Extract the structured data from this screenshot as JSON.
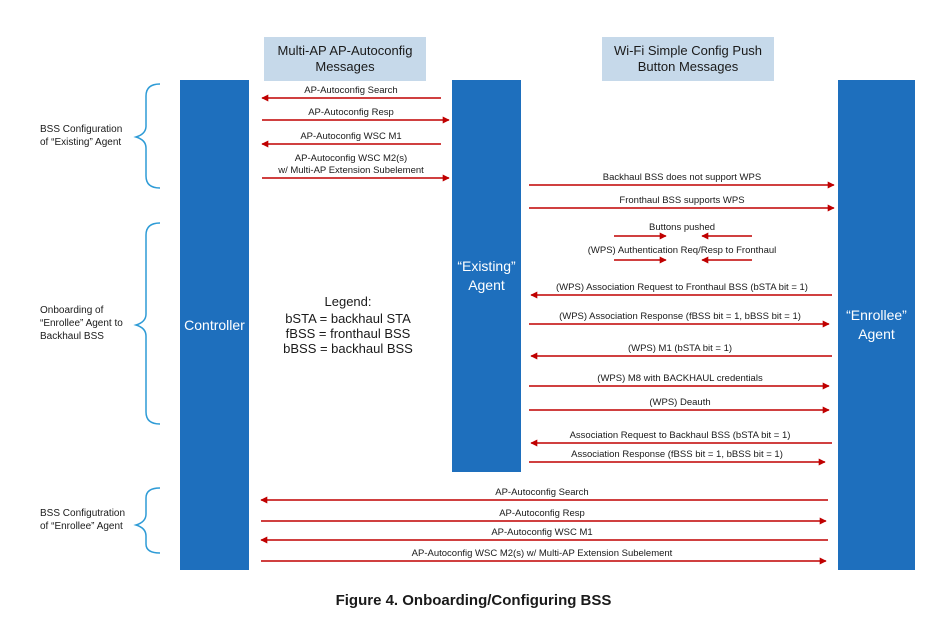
{
  "headers": {
    "left_line1": "Multi-AP AP-Autoconfig",
    "left_line2": "Messages",
    "right_line1": "Wi-Fi Simple Config Push",
    "right_line2": "Button Messages"
  },
  "entities": {
    "controller": "Controller",
    "existing_line1": "“Existing”",
    "existing_line2": "Agent",
    "enrollee_line1": "“Enrollee”",
    "enrollee_line2": "Agent"
  },
  "phases": {
    "p1_line1": "BSS Configuration",
    "p1_line2": "of “Existing” Agent",
    "p2_line1": "Onboarding of",
    "p2_line2": "“Enrollee” Agent to",
    "p2_line3": "Backhaul BSS",
    "p3_line1": "BSS Configutration",
    "p3_line2": "of “Enrollee” Agent"
  },
  "legend": {
    "title": "Legend:",
    "line1": "bSTA = backhaul STA",
    "line2": "fBSS = fronthaul BSS",
    "line3": "bBSS = backhaul BSS"
  },
  "messages": [
    "AP-Autoconfig Search",
    "AP-Autoconfig Resp",
    "AP-Autoconfig WSC M1",
    "AP-Autoconfig WSC M2(s)",
    "w/ Multi-AP Extension Subelement",
    "Backhaul BSS does not support WPS",
    "Fronthaul BSS supports WPS",
    "Buttons pushed",
    "(WPS) Authentication Req/Resp to Fronthaul",
    "(WPS) Association Request to Fronthaul BSS (bSTA bit = 1)",
    "(WPS) Association Response (fBSS bit = 1, bBSS bit = 1)",
    "(WPS) M1 (bSTA bit = 1)",
    "(WPS) M8 with BACKHAUL credentials",
    "(WPS) Deauth",
    "Association Request to Backhaul BSS (bSTA bit = 1)",
    "Association Response (fBSS bit = 1, bBSS bit = 1)",
    "AP-Autoconfig Search",
    "AP-Autoconfig Resp",
    "AP-Autoconfig WSC M1",
    "AP-Autoconfig WSC M2(s) w/ Multi-AP Extension Subelement"
  ],
  "caption": "Figure 4.  Onboarding/Configuring BSS",
  "colors": {
    "arrow": "#c00000",
    "bar": "#1e6fbd",
    "header": "#c6d9ea",
    "brace": "#2e9bd6"
  }
}
